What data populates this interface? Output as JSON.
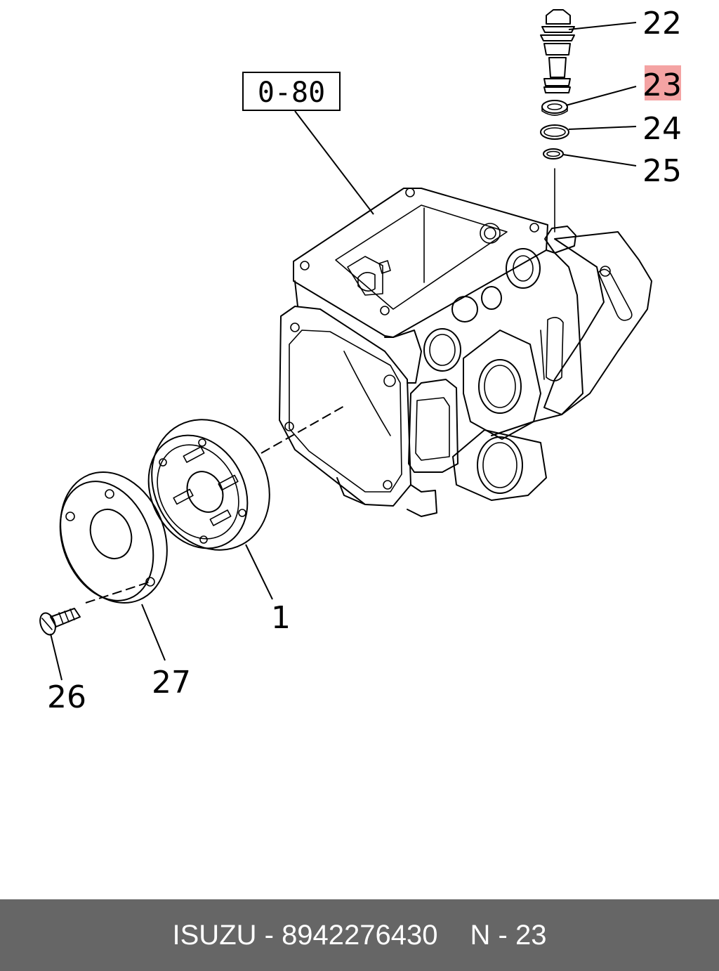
{
  "diagram": {
    "ref_box": "0-80",
    "callouts": {
      "c1": "1",
      "c22": "22",
      "c23": "23",
      "c24": "24",
      "c25": "25",
      "c26": "26",
      "c27": "27"
    },
    "highlight_color": "#f4a3a3"
  },
  "footer": {
    "brand_part": "ISUZU - 8942276430",
    "page_ref": "N - 23",
    "background": "#666666"
  }
}
